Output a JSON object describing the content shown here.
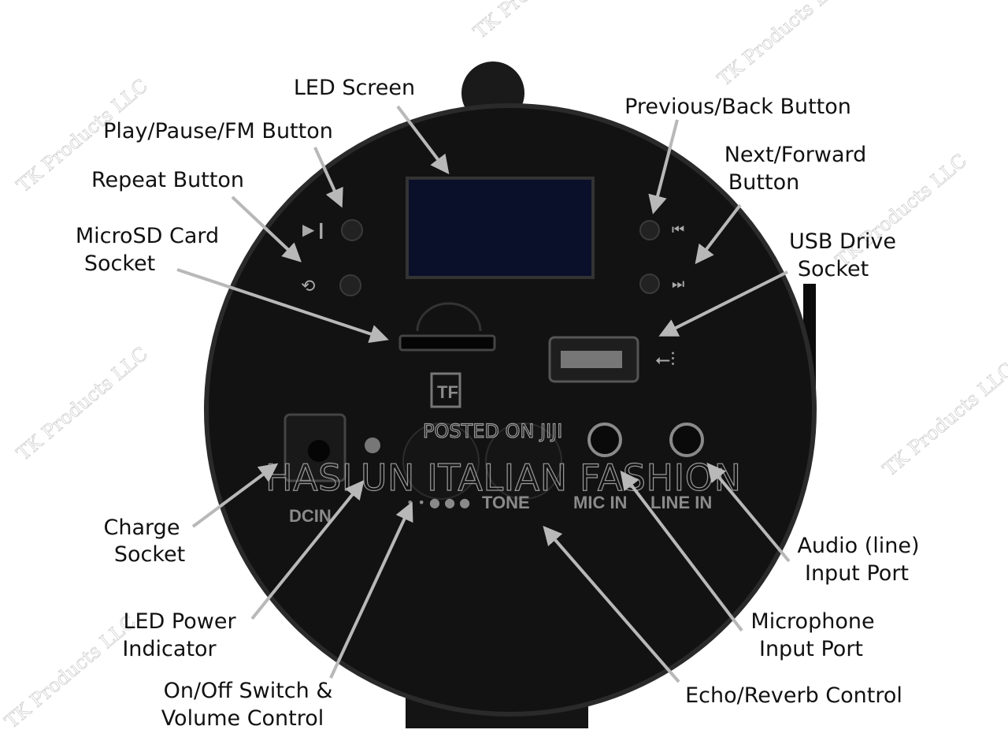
{
  "labels": {
    "led_screen": "LED Screen",
    "play_pause": "Play/Pause/FM Button",
    "repeat": "Repeat Button",
    "microsd_1": "MicroSD Card",
    "microsd_2": "Socket",
    "previous": "Previous/Back Button",
    "next_1": "Next/Forward",
    "next_2": "Button",
    "usb_1": "USB Drive",
    "usb_2": "Socket",
    "charge_1": "Charge",
    "charge_2": "Socket",
    "led_power_1": "LED Power",
    "led_power_2": "Indicator",
    "onoff_1": "On/Off Switch &",
    "onoff_2": "Volume Control",
    "echo": "Echo/Reverb Control",
    "mic_1": "Microphone",
    "mic_2": "Input Port",
    "audio_1": "Audio (line)",
    "audio_2": "Input Port"
  },
  "panel": {
    "dcin": "DCIN",
    "tone": "TONE",
    "mic_in": "MIC IN",
    "line_in": "LINE IN",
    "tf": "TF"
  },
  "watermarks": {
    "tk": "TK Products LLC",
    "posted": "POSTED ON JIJI",
    "haslun": "HASLUN ITALIAN FASHION"
  },
  "colors": {
    "device": "#111111",
    "arrow": "#b8b8b8",
    "screen": "#0a0f2a"
  }
}
